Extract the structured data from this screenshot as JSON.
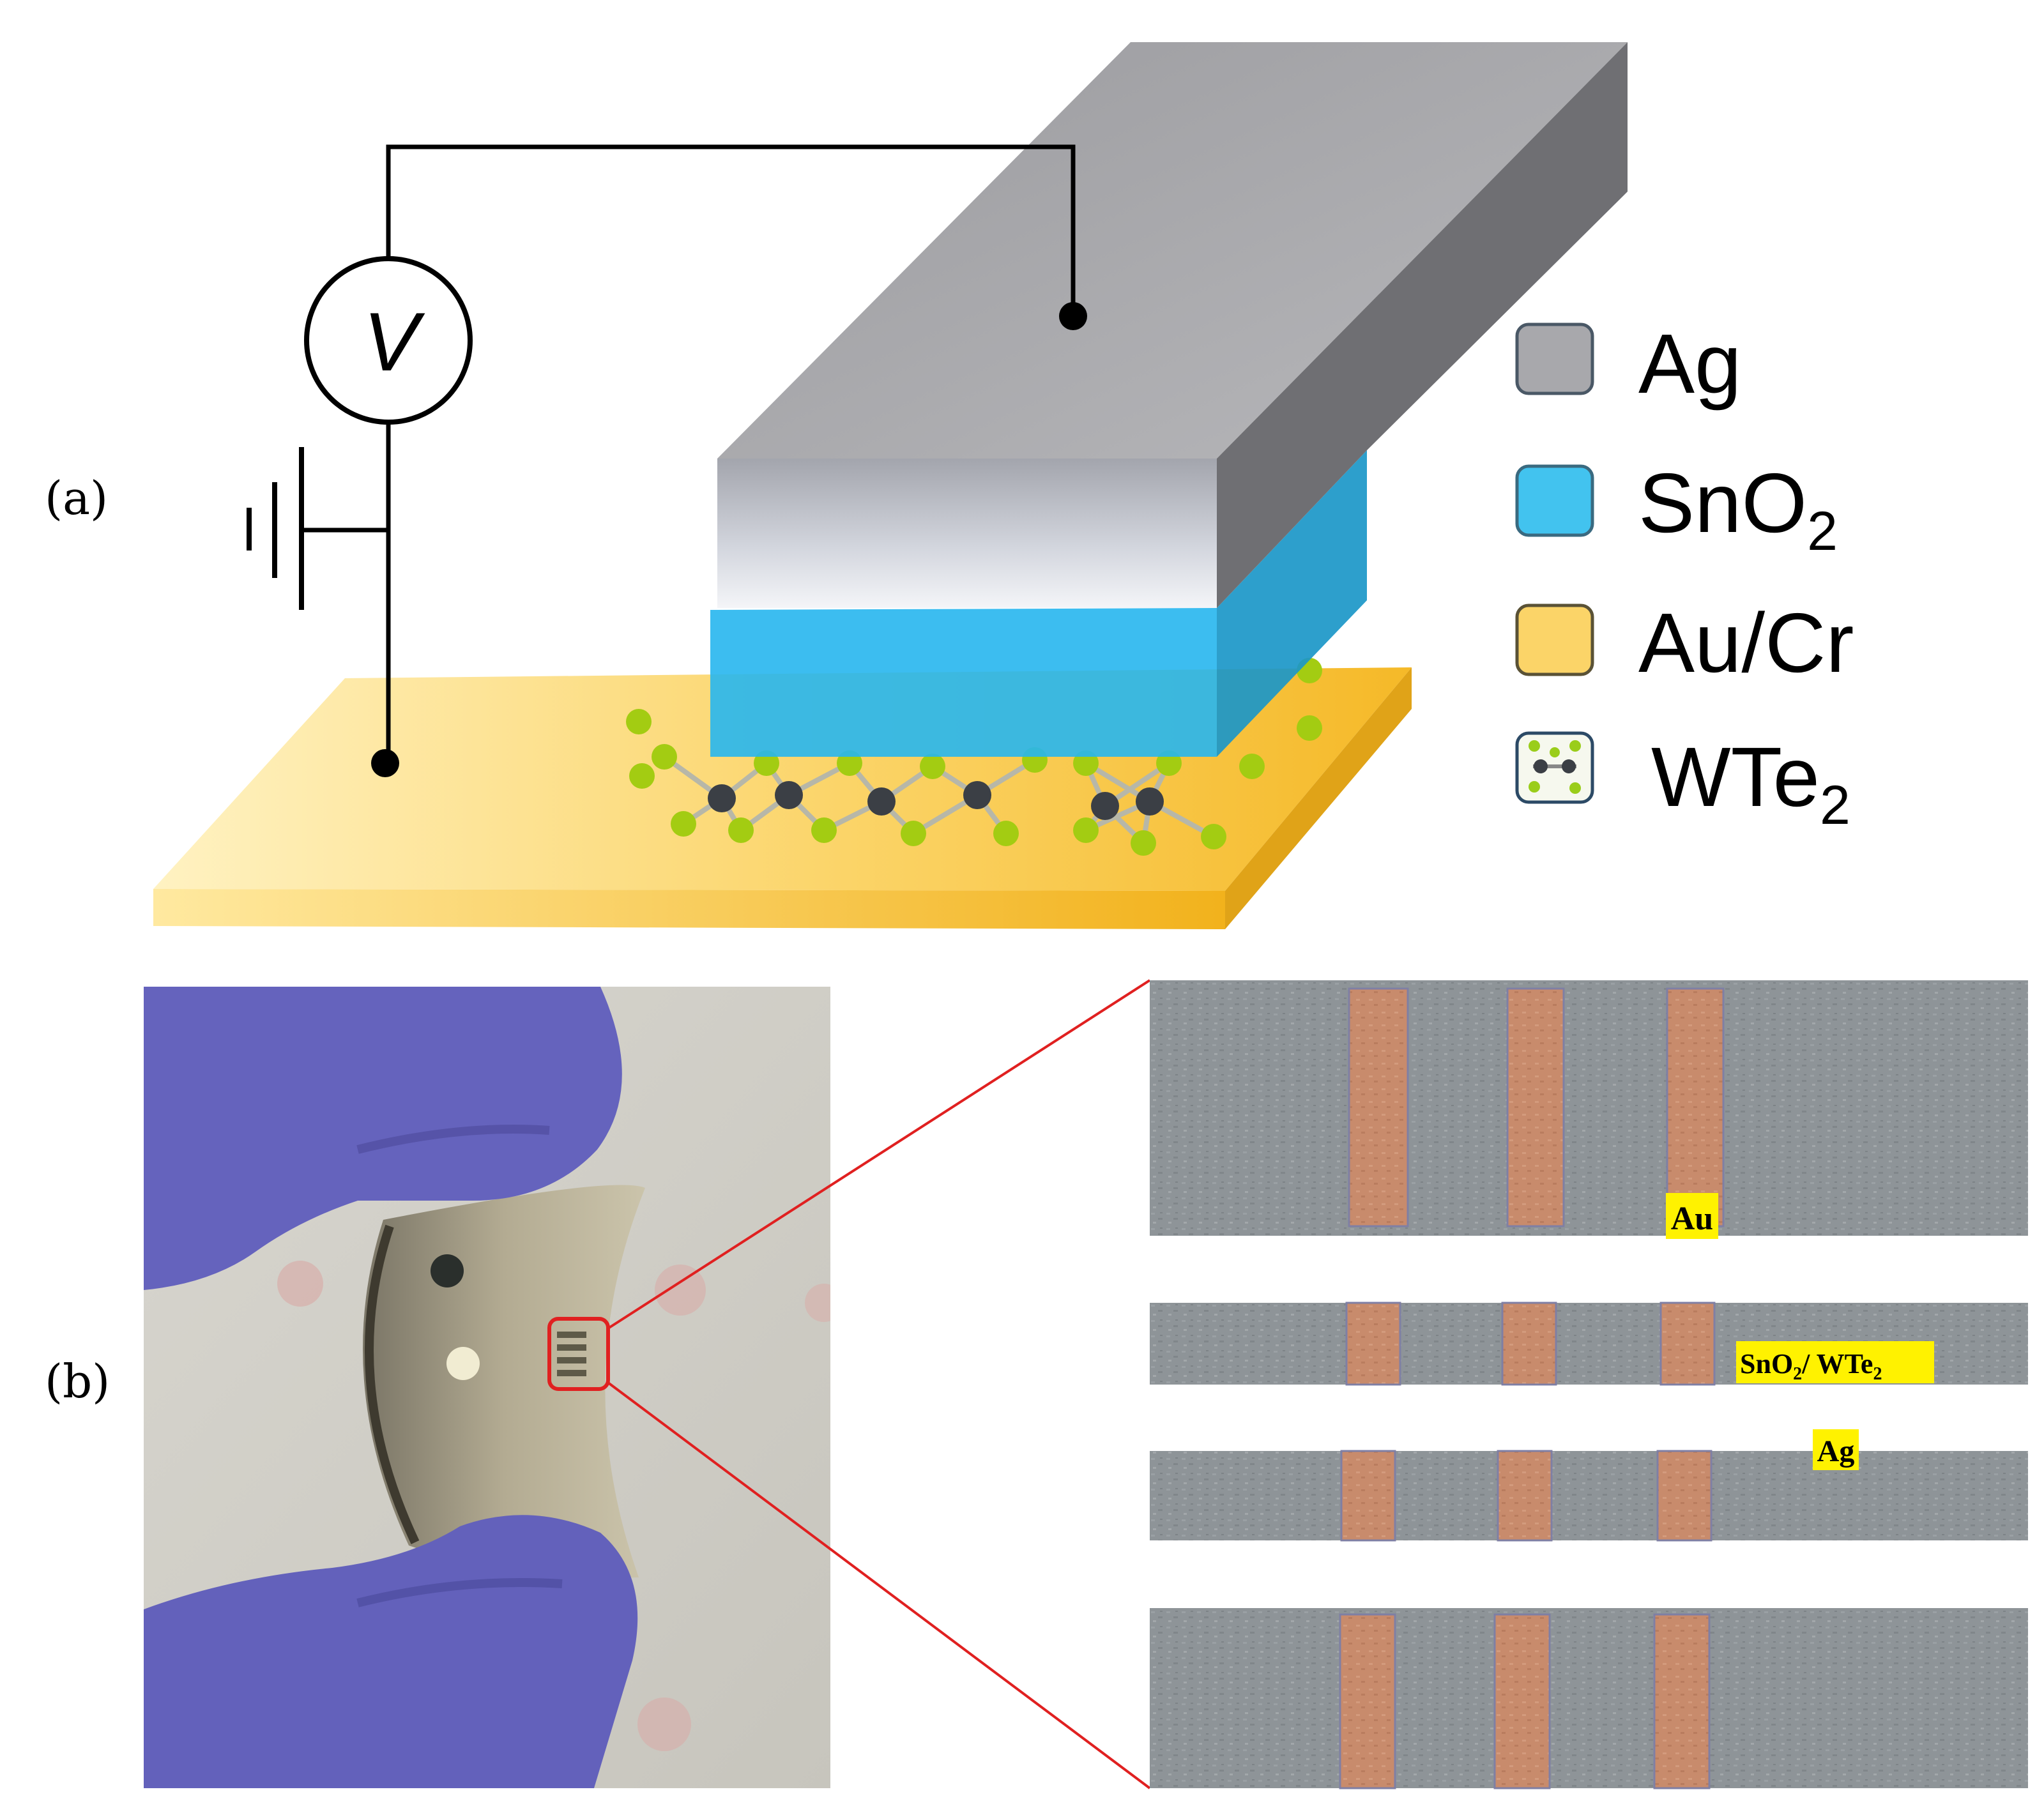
{
  "panels": {
    "a": {
      "label": "(a)"
    },
    "b": {
      "label": "(b)"
    }
  },
  "circuit": {
    "voltmeter_symbol": "V"
  },
  "legend": {
    "items": [
      {
        "id": "ag",
        "text": "Ag",
        "sub": "",
        "color": "#a8a8ac"
      },
      {
        "id": "sno2",
        "text": "SnO",
        "sub": "2",
        "color": "#42c3ef"
      },
      {
        "id": "aucr",
        "text": "Au/Cr",
        "sub": "",
        "color": "#fbd468"
      },
      {
        "id": "wte2",
        "text": "WTe",
        "sub": "2",
        "color": "#9acd1a"
      }
    ]
  },
  "micrograph": {
    "labels": {
      "au": "Au",
      "sno2_wte2": {
        "a": "SnO",
        "a_sub": "2",
        "sep": "/ WTe",
        "b_sub": "2"
      },
      "ag": "Ag"
    },
    "highlight_color": "#fff200"
  },
  "colors": {
    "gold": "#f5c53a",
    "silver": "#a9a9ad",
    "blue": "#24b4ea",
    "wire": "#000000",
    "glove": "#6563bd",
    "zoom_line": "#e02020",
    "strip_gray": "#8c9296",
    "electrode_copper": "#c98c6e"
  }
}
